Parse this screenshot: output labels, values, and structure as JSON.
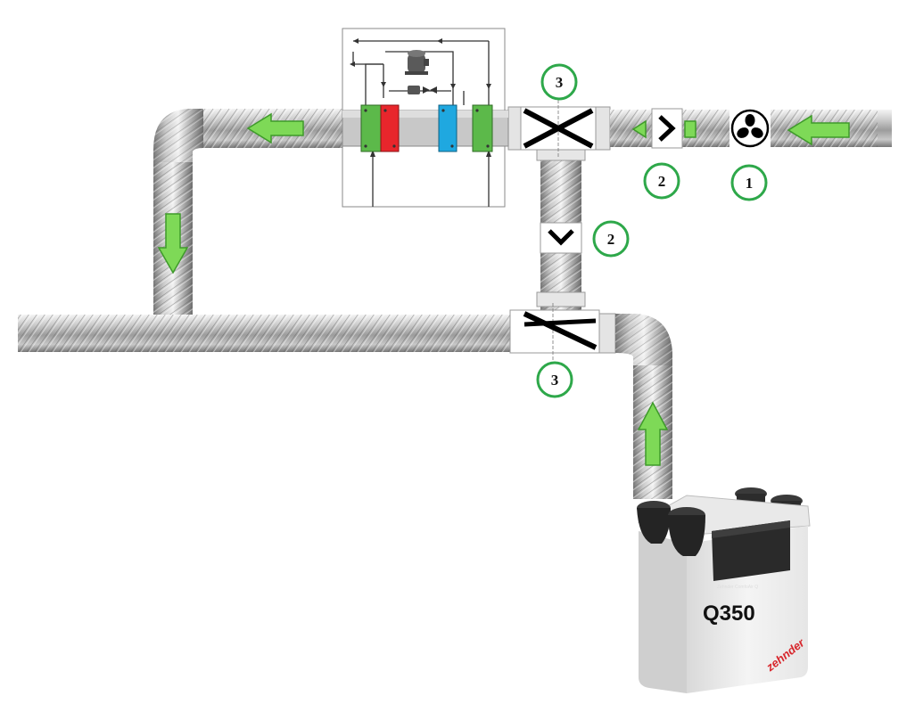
{
  "markers": [
    {
      "id": "marker-1",
      "label": "1"
    },
    {
      "id": "marker-2-top",
      "label": "2"
    },
    {
      "id": "marker-2-mid",
      "label": "2"
    },
    {
      "id": "marker-3-top",
      "label": "3"
    },
    {
      "id": "marker-3-bottom",
      "label": "3"
    }
  ],
  "unit": {
    "model": "Q350",
    "brand": "zehnder",
    "small_print": "Zehnder ComfoAir Q"
  },
  "colors": {
    "arrow_fill": "#7ed957",
    "arrow_stroke": "#3e9a2a",
    "marker_ring": "#2ea84a",
    "coil_green": "#5cb94a",
    "coil_red": "#e8262c",
    "coil_blue": "#1fa8e0"
  },
  "icons": [
    "fan-icon",
    "check-valve-icon",
    "damper-icon",
    "compressor-icon",
    "expansion-valve-icon"
  ]
}
